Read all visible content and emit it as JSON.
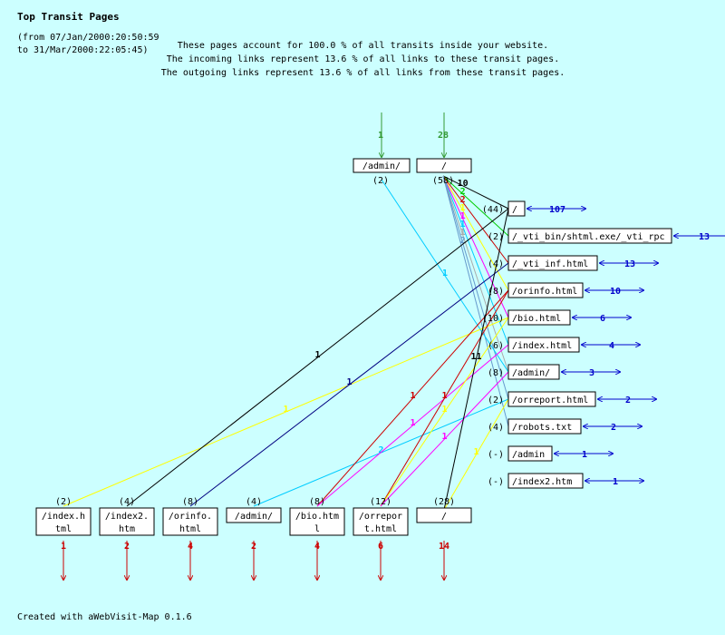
{
  "page": {
    "title": "Top Transit Pages",
    "range_from": "(from 07/Jan/2000:20:50:59",
    "range_to": "to 31/Mar/2000:22:05:45)",
    "summary": [
      "These pages account for 100.0 % of all transits inside your website.",
      "The incoming links represent 13.6 % of all links to these transit pages.",
      "The outgoing links represent 13.6 % of all links from these transit pages."
    ],
    "footer": "Created with aWebVisit-Map 0.1.6"
  },
  "colors": {
    "background": "#ccffff",
    "incoming": "#339933",
    "outgoing": "#0000cc",
    "exit": "#cc0000"
  },
  "diagram": {
    "sources": [
      {
        "id": "admin",
        "label": "/admin/",
        "count": "(2)",
        "entry": "1"
      },
      {
        "id": "root",
        "label": "/",
        "count": "(58)",
        "entry": "28"
      }
    ],
    "targets": [
      {
        "id": "t1",
        "label": "/",
        "count": "(44)",
        "ext": "107"
      },
      {
        "id": "t2",
        "label": "/_vti_bin/shtml.exe/_vti_rpc",
        "count": "(2)",
        "ext": "13"
      },
      {
        "id": "t3",
        "label": "/_vti_inf.html",
        "count": "(4)",
        "ext": "13"
      },
      {
        "id": "t4",
        "label": "/orinfo.html",
        "count": "(8)",
        "ext": "10"
      },
      {
        "id": "t5",
        "label": "/bio.html",
        "count": "(10)",
        "ext": "6"
      },
      {
        "id": "t6",
        "label": "/index.html",
        "count": "(6)",
        "ext": "4"
      },
      {
        "id": "t7",
        "label": "/admin/",
        "count": "(8)",
        "ext": "3"
      },
      {
        "id": "t8",
        "label": "/orreport.html",
        "count": "(2)",
        "ext": "2"
      },
      {
        "id": "t9",
        "label": "/robots.txt",
        "count": "(4)",
        "ext": "2"
      },
      {
        "id": "t10",
        "label": "/admin",
        "count": "(-)",
        "ext": "1"
      },
      {
        "id": "t11",
        "label": "/index2.htm",
        "count": "(-)",
        "ext": "1"
      }
    ],
    "bottom": [
      {
        "id": "b1",
        "lines": [
          "/index.h",
          "tml"
        ],
        "count": "(2)",
        "exit": "1"
      },
      {
        "id": "b2",
        "lines": [
          "/index2.",
          "htm"
        ],
        "count": "(4)",
        "exit": "2"
      },
      {
        "id": "b3",
        "lines": [
          "/orinfo.",
          "html"
        ],
        "count": "(8)",
        "exit": "4"
      },
      {
        "id": "b4",
        "lines": [
          "/admin/"
        ],
        "count": "(4)",
        "exit": "2"
      },
      {
        "id": "b5",
        "lines": [
          "/bio.htm",
          "l"
        ],
        "count": "(8)",
        "exit": "4"
      },
      {
        "id": "b6",
        "lines": [
          "/orrepor",
          "t.html"
        ],
        "count": "(12)",
        "exit": "6"
      },
      {
        "id": "b7",
        "lines": [
          "/"
        ],
        "count": "(28)",
        "exit": "14"
      }
    ],
    "links": [
      {
        "from": "root",
        "to": "t1",
        "color": "#000000",
        "label": "10"
      },
      {
        "from": "root",
        "to": "t2",
        "color": "#00cc00",
        "label": "2"
      },
      {
        "from": "root",
        "to": "t3",
        "color": "#cc0000",
        "label": "2"
      },
      {
        "from": "root",
        "to": "t4",
        "color": "#ffff00",
        "label": "1"
      },
      {
        "from": "root",
        "to": "t5",
        "color": "#ff00ff",
        "label": "1"
      },
      {
        "from": "root",
        "to": "t6",
        "color": "#00ccff",
        "label": "1"
      },
      {
        "from": "root",
        "to": "t7",
        "color": "#aaaaaa",
        "label": "1"
      },
      {
        "from": "root",
        "to": "t8",
        "color": "#6699cc",
        "label": "2"
      },
      {
        "from": "root",
        "to": "t9",
        "color": "#6699cc",
        "label": ""
      },
      {
        "from": "admin",
        "to": "t7",
        "color": "#00ccff",
        "label": "1"
      },
      {
        "from": "b1",
        "to": "t5",
        "color": "#ffff00",
        "label": "1"
      },
      {
        "from": "b2",
        "to": "t1",
        "color": "#000000",
        "label": "1"
      },
      {
        "from": "b3",
        "to": "t3",
        "color": "#000080",
        "label": "1"
      },
      {
        "from": "b4",
        "to": "t8",
        "color": "#00ccff",
        "label": "2"
      },
      {
        "from": "b5",
        "to": "t4",
        "color": "#cc0000",
        "label": "1"
      },
      {
        "from": "b5",
        "to": "t6",
        "color": "#ff00ff",
        "label": "1"
      },
      {
        "from": "b6",
        "to": "t4",
        "color": "#cc0000",
        "label": "1"
      },
      {
        "from": "b6",
        "to": "t5",
        "color": "#ffff00",
        "label": "1"
      },
      {
        "from": "b6",
        "to": "t7",
        "color": "#ff00ff",
        "label": "1"
      },
      {
        "from": "b7",
        "to": "t1",
        "color": "#000000",
        "label": "11"
      },
      {
        "from": "b7",
        "to": "t8",
        "color": "#ffff00",
        "label": "1"
      }
    ]
  }
}
